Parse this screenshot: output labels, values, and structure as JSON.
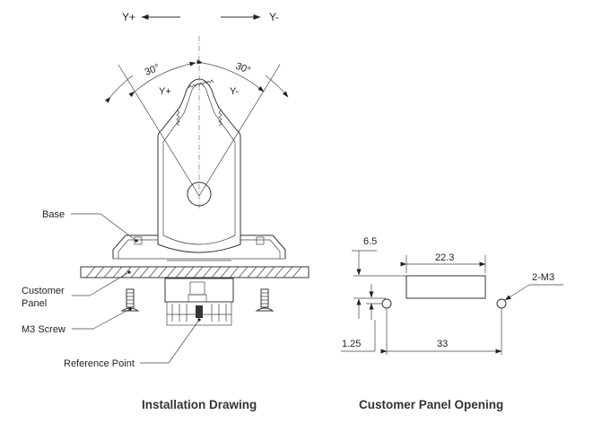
{
  "direction_labels": {
    "top_left": "Y+",
    "top_right": "Y-",
    "inner_left": "Y+",
    "inner_right": "Y-"
  },
  "angles": {
    "left": "30°",
    "right": "30°"
  },
  "callouts": {
    "base": "Base",
    "panel_line1": "Customer",
    "panel_line2": "Panel",
    "screw": "M3 Screw",
    "reference": "Reference Point"
  },
  "dimensions": {
    "d_6_5": "6.5",
    "d_22_3": "22.3",
    "d_2_m3": "2-M3",
    "d_1_25": "1.25",
    "d_33": "33"
  },
  "captions": {
    "left": "Installation Drawing",
    "right": "Customer Panel Opening"
  }
}
